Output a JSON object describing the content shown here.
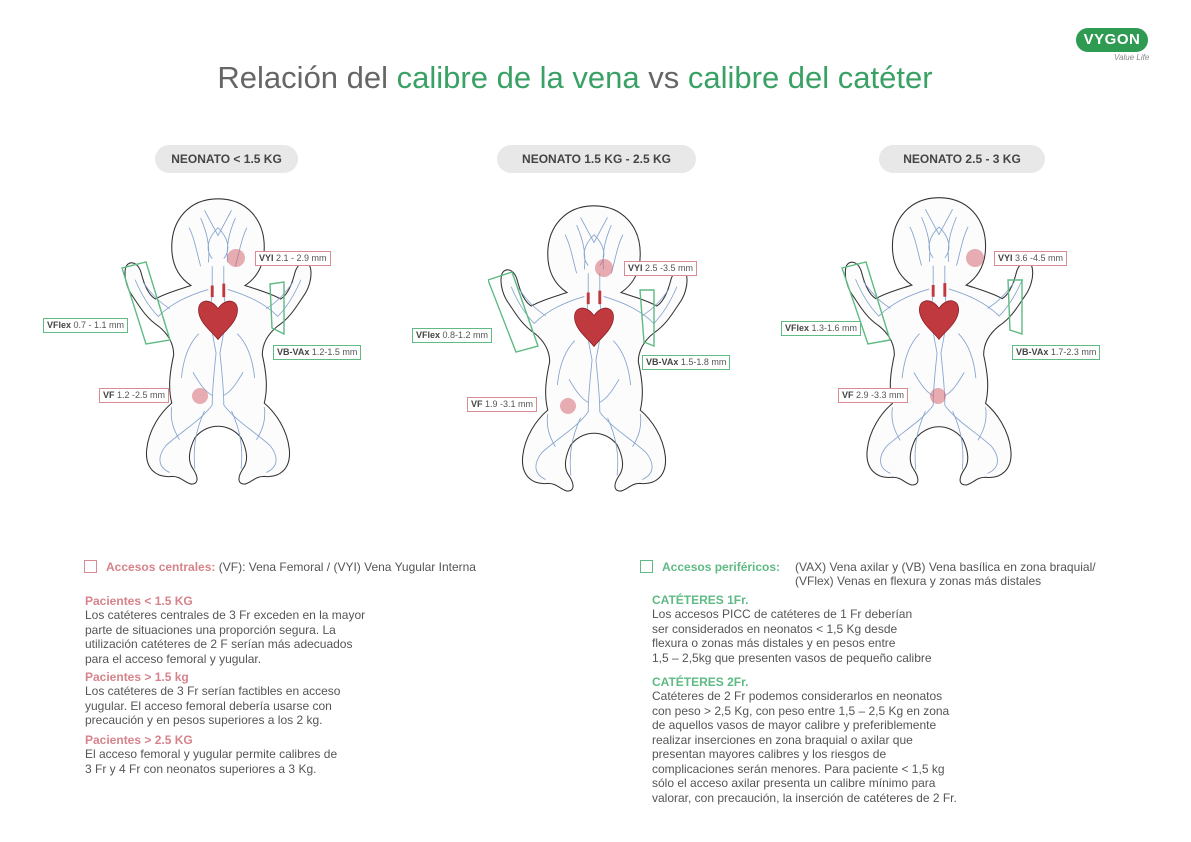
{
  "logo": {
    "brand": "VYGON",
    "tagline": "Value Life"
  },
  "title": {
    "part1": "Relación del ",
    "part2": "calibre de la vena",
    "part3": " vs ",
    "part4": "calibre del catéter"
  },
  "groups": [
    {
      "label": "NEONATO < 1.5 KG",
      "vyi": {
        "name": "VYI",
        "value": "2.1 - 2.9 mm"
      },
      "vflex": {
        "name": "VFlex",
        "value": "0.7 - 1.1 mm"
      },
      "vbvax": {
        "name": "VB-VAx",
        "value": "1.2-1.5 mm"
      },
      "vf": {
        "name": "VF",
        "value": "1.2 -2.5 mm"
      }
    },
    {
      "label": "NEONATO 1.5 KG - 2.5 KG",
      "vyi": {
        "name": "VYI",
        "value": "2.5 -3.5 mm"
      },
      "vflex": {
        "name": "VFlex",
        "value": "0.8-1.2 mm"
      },
      "vbvax": {
        "name": "VB-VAx",
        "value": "1.5-1.8 mm"
      },
      "vf": {
        "name": "VF",
        "value": "1.9 -3.1 mm"
      }
    },
    {
      "label": "NEONATO 2.5 - 3 KG",
      "vyi": {
        "name": "VYI",
        "value": "3.6 -4.5 mm"
      },
      "vflex": {
        "name": "VFlex",
        "value": "1.3-1.6 mm"
      },
      "vbvax": {
        "name": "VB-VAx",
        "value": "1.7-2.3 mm"
      },
      "vf": {
        "name": "VF",
        "value": "2.9 -3.3 mm"
      }
    }
  ],
  "legend_central": {
    "heading": "Accesos centrales:",
    "text": " (VF): Vena Femoral / (VYI) Vena Yugular Interna"
  },
  "legend_peripheral": {
    "heading": "Accesos periféricos:",
    "line1": "(VAX) Vena axilar y (VB) Vena basílica en zona braquial/",
    "line2": "(VFlex) Venas en flexura y zonas más distales"
  },
  "central_blocks": [
    {
      "heading": "Pacientes < 1.5 KG",
      "text": "Los catéteres centrales de 3 Fr exceden en la mayor\nparte de situaciones una proporción segura. La\nutilización catéteres de 2 F serían más adecuados\npara el acceso femoral y yugular."
    },
    {
      "heading": "Pacientes > 1.5 kg",
      "text": "Los catéteres de 3 Fr serían factibles en acceso\nyugular. El acceso femoral debería usarse con\nprecaución y en pesos superiores a los 2 kg."
    },
    {
      "heading": "Pacientes > 2.5 KG",
      "text": "El acceso femoral y yugular permite calibres de\n3 Fr y 4 Fr con neonatos superiores a 3 Kg."
    }
  ],
  "peripheral_blocks": [
    {
      "heading": "CATÉTERES 1Fr.",
      "text": "Los accesos PICC de catéteres de 1 Fr deberían\nser considerados en neonatos < 1,5 Kg desde\nflexura o zonas más distales y en pesos entre\n1,5 – 2,5kg que presenten vasos de pequeño calibre"
    },
    {
      "heading": "CATÉTERES 2Fr.",
      "text": "Catéteres de 2 Fr podemos considerarlos en neonatos\ncon peso > 2,5 Kg, con peso entre 1,5 – 2,5 Kg en zona\nde aquellos vasos de mayor calibre y preferiblemente\nrealizar inserciones en zona braquial o axilar que\npresentan mayores calibres y los riesgos de\ncomplicaciones serán menores. Para paciente < 1,5 kg\nsólo el acceso axilar presenta un calibre mínimo para\nvalorar, con precaución, la inserción de catéteres de 2 Fr."
    }
  ],
  "colors": {
    "green": "#3aa164",
    "red": "#d7838b",
    "vein": "#6f93c4",
    "heart": "#c0393f"
  }
}
